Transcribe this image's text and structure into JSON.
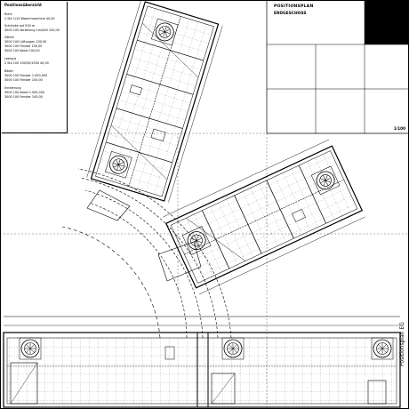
{
  "legend": {
    "title": "Positionsübersicht",
    "lines": [
      "Ruhe",
      "2 Stk 1/10 Waschmaschine   40,00",
      "Schränke auf 500 m",
      "3000   100 Verteilung 1m/A40   100,00",
      "Zähler",
      "3000   100 Lüftungen          100,00",
      "3000   100 Fenstel            100,00",
      "3000   100 Kabel              100,00",
      "Leergut",
      "2 Stk   100 100/50/1500      40,00",
      "Bäder",
      "3000   100 Fenster       1.000,000",
      "3000   100 Fenster         100,00",
      "Entleerung",
      "3000   100 Kabel       1.000,000",
      "3000   100 Fenster         100,00"
    ]
  },
  "title_block": {
    "title": "POSITIONSPLAN",
    "subtitle": "ERDGESCHOSS",
    "drawing_no": "1/100"
  },
  "side_label": "Positionsplan EG",
  "colors": {
    "line": "#000000",
    "background": "#ffffff",
    "fill_block": "#000000"
  }
}
